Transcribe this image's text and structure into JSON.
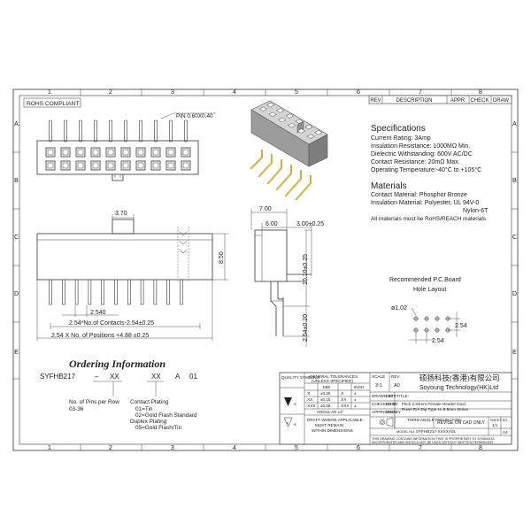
{
  "drawing": {
    "rohs_label": "ROHS COMPLIANT",
    "col_numbers": [
      "1",
      "2",
      "3",
      "4",
      "5",
      "6",
      "7",
      "8"
    ],
    "row_letters": [
      "A",
      "B",
      "C",
      "D",
      "E"
    ],
    "revision_header": {
      "rev": "REV",
      "description": "DESCRIPTION",
      "appr": "APPR",
      "check": "CHECK",
      "draw": "DRAW"
    }
  },
  "top_view": {
    "pin_note": "PIN 0.60X0.40"
  },
  "front_view": {
    "dim_width_3_70": "3.70",
    "dim_height_8_50": "8.50",
    "dim_pitch_2_540": "2.540",
    "formula_contacts": "2.54*No.of Contacts-2.54±0.25",
    "formula_positions": "2.54 X No. of Positions +4.88 ±0.25"
  },
  "side_view": {
    "dim_7_00": "7.00",
    "dim_6_00": "6.00",
    "dim_3_00": "3.00±0.25",
    "dim_10_10": "10.10±0.25",
    "dim_2_54": "2.54±0.20"
  },
  "specifications": {
    "title": "Specifications",
    "lines": [
      "Current Rating:   3Amp",
      "Insulation Resistance: 1000MΩ Min.",
      "Dielectric Withstanding:  600V AC/DC",
      "Contact Resistance:  20mΩ Max.",
      "Operating Temperature:-40°C to +105°C"
    ]
  },
  "materials": {
    "title": "Materials",
    "lines": [
      "Contact Material: Phosphor Bronze",
      "Insulation Material: Polyester, UL 94V-0",
      "Nylon-6T",
      "All materials must be RoHS/REACH materials"
    ]
  },
  "pcb_layout": {
    "title_line1": "Recommended  P.C.Board",
    "title_line2": "Hole  Layout",
    "hole_dia": "ø1.02",
    "pitch_v": "2.54",
    "pitch_h": "2.54"
  },
  "ordering": {
    "title": "Ordering Information",
    "part_code": [
      "SYFHB217",
      "–",
      "XX",
      "XX",
      "A",
      "01"
    ],
    "pins_label": "No. of Pins per Row",
    "pins_range": "03-36",
    "plating_title": "Contact Plating",
    "plating_options": [
      "01=Tin",
      "02=Gold Flash Standard",
      "Duplex Plating",
      "05=Gold Flash/Tin"
    ]
  },
  "title_block": {
    "quality_symbols": "QUALITY SYMBOLS",
    "general_tolerances": "GENERAL TOLERANCES",
    "unless_specified": "(UNLESS SPECIFIED)",
    "mm": "MM",
    "inch": "INCH",
    "tol_rows": [
      [
        ".X",
        "±0.25",
        ".X",
        "±"
      ],
      [
        ".XX",
        "±0.15",
        ".XX",
        "±"
      ],
      [
        ".XXX",
        "±0.05",
        ".XXX",
        "±"
      ]
    ],
    "angular": "ANGULAR  ±3°",
    "draft_note": [
      "DRAFT WHERE APPLICABLE",
      "MUST REMAIN",
      "WITHIN DIMENSIONS"
    ],
    "scale_label": "SCALE",
    "scale_value": "3:1",
    "rev_label": "REV",
    "rev_value": "A0",
    "company_cn": "硕扬科技(香港)有限公司",
    "company_en": "Soyoung Technology(HK)Ltd",
    "drawn_by": "DRAWN BY",
    "checked_by": "CHECKED BY",
    "approved_by": "APPROVED BY",
    "date": "DATE",
    "title_label": "TITLE:",
    "title_lines": [
      "Pitch 2.54mm Female Header Dual",
      "Rows R/A Dip Type H=8.5mm Series"
    ],
    "projection": "THIRD ANGLE PROJECTION",
    "revise_note": "REVISE ON CAD ONLY",
    "sheet_label": "SHEET NO.",
    "sheet_value": "1/1",
    "model_label": "MODEL NO.",
    "model_value": "SYFHB217-XXXXA01",
    "size_value": "A4",
    "proprietary": [
      "THIS DRAWING CONTAINS INFORMATION THAT IS PROPRIETARY TO SYNDANTA",
      "INCORPORATED AND SHOULD NOT BE USED WITHOUT WRITTEN PERMISSION"
    ]
  }
}
